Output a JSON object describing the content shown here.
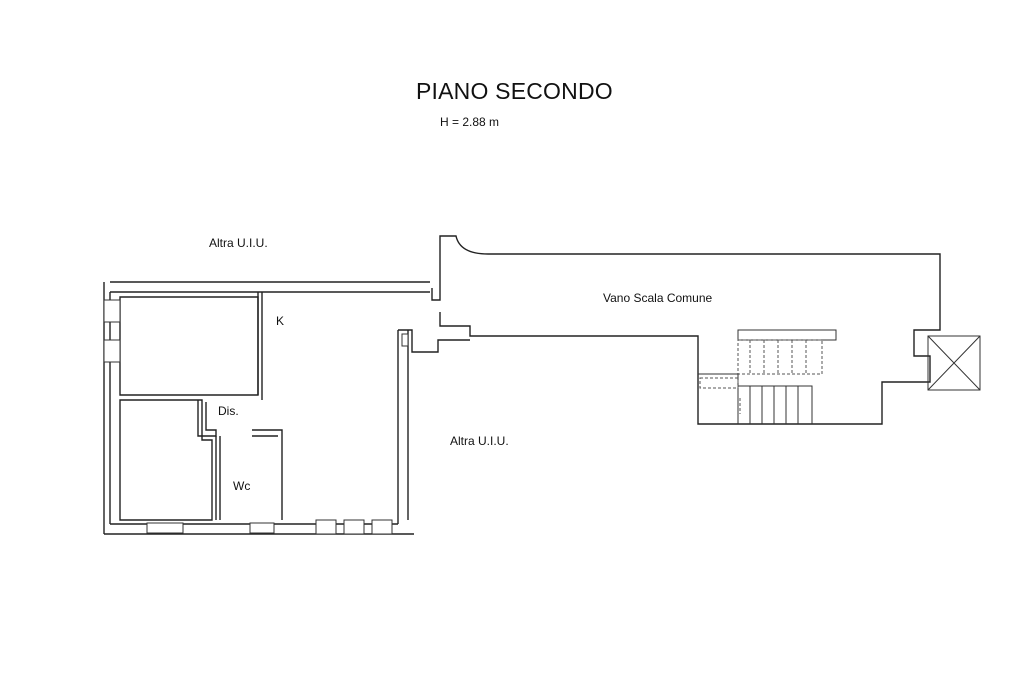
{
  "plan": {
    "title": "PIANO SECONDO",
    "height_note": "H = 2.88 m",
    "labels": {
      "altra_uiu_top": "Altra U.I.U.",
      "altra_uiu_mid": "Altra U.I.U.",
      "vano_scala": "Vano Scala Comune",
      "kitchen": "K",
      "disimpegno": "Dis.",
      "wc": "Wc"
    }
  }
}
